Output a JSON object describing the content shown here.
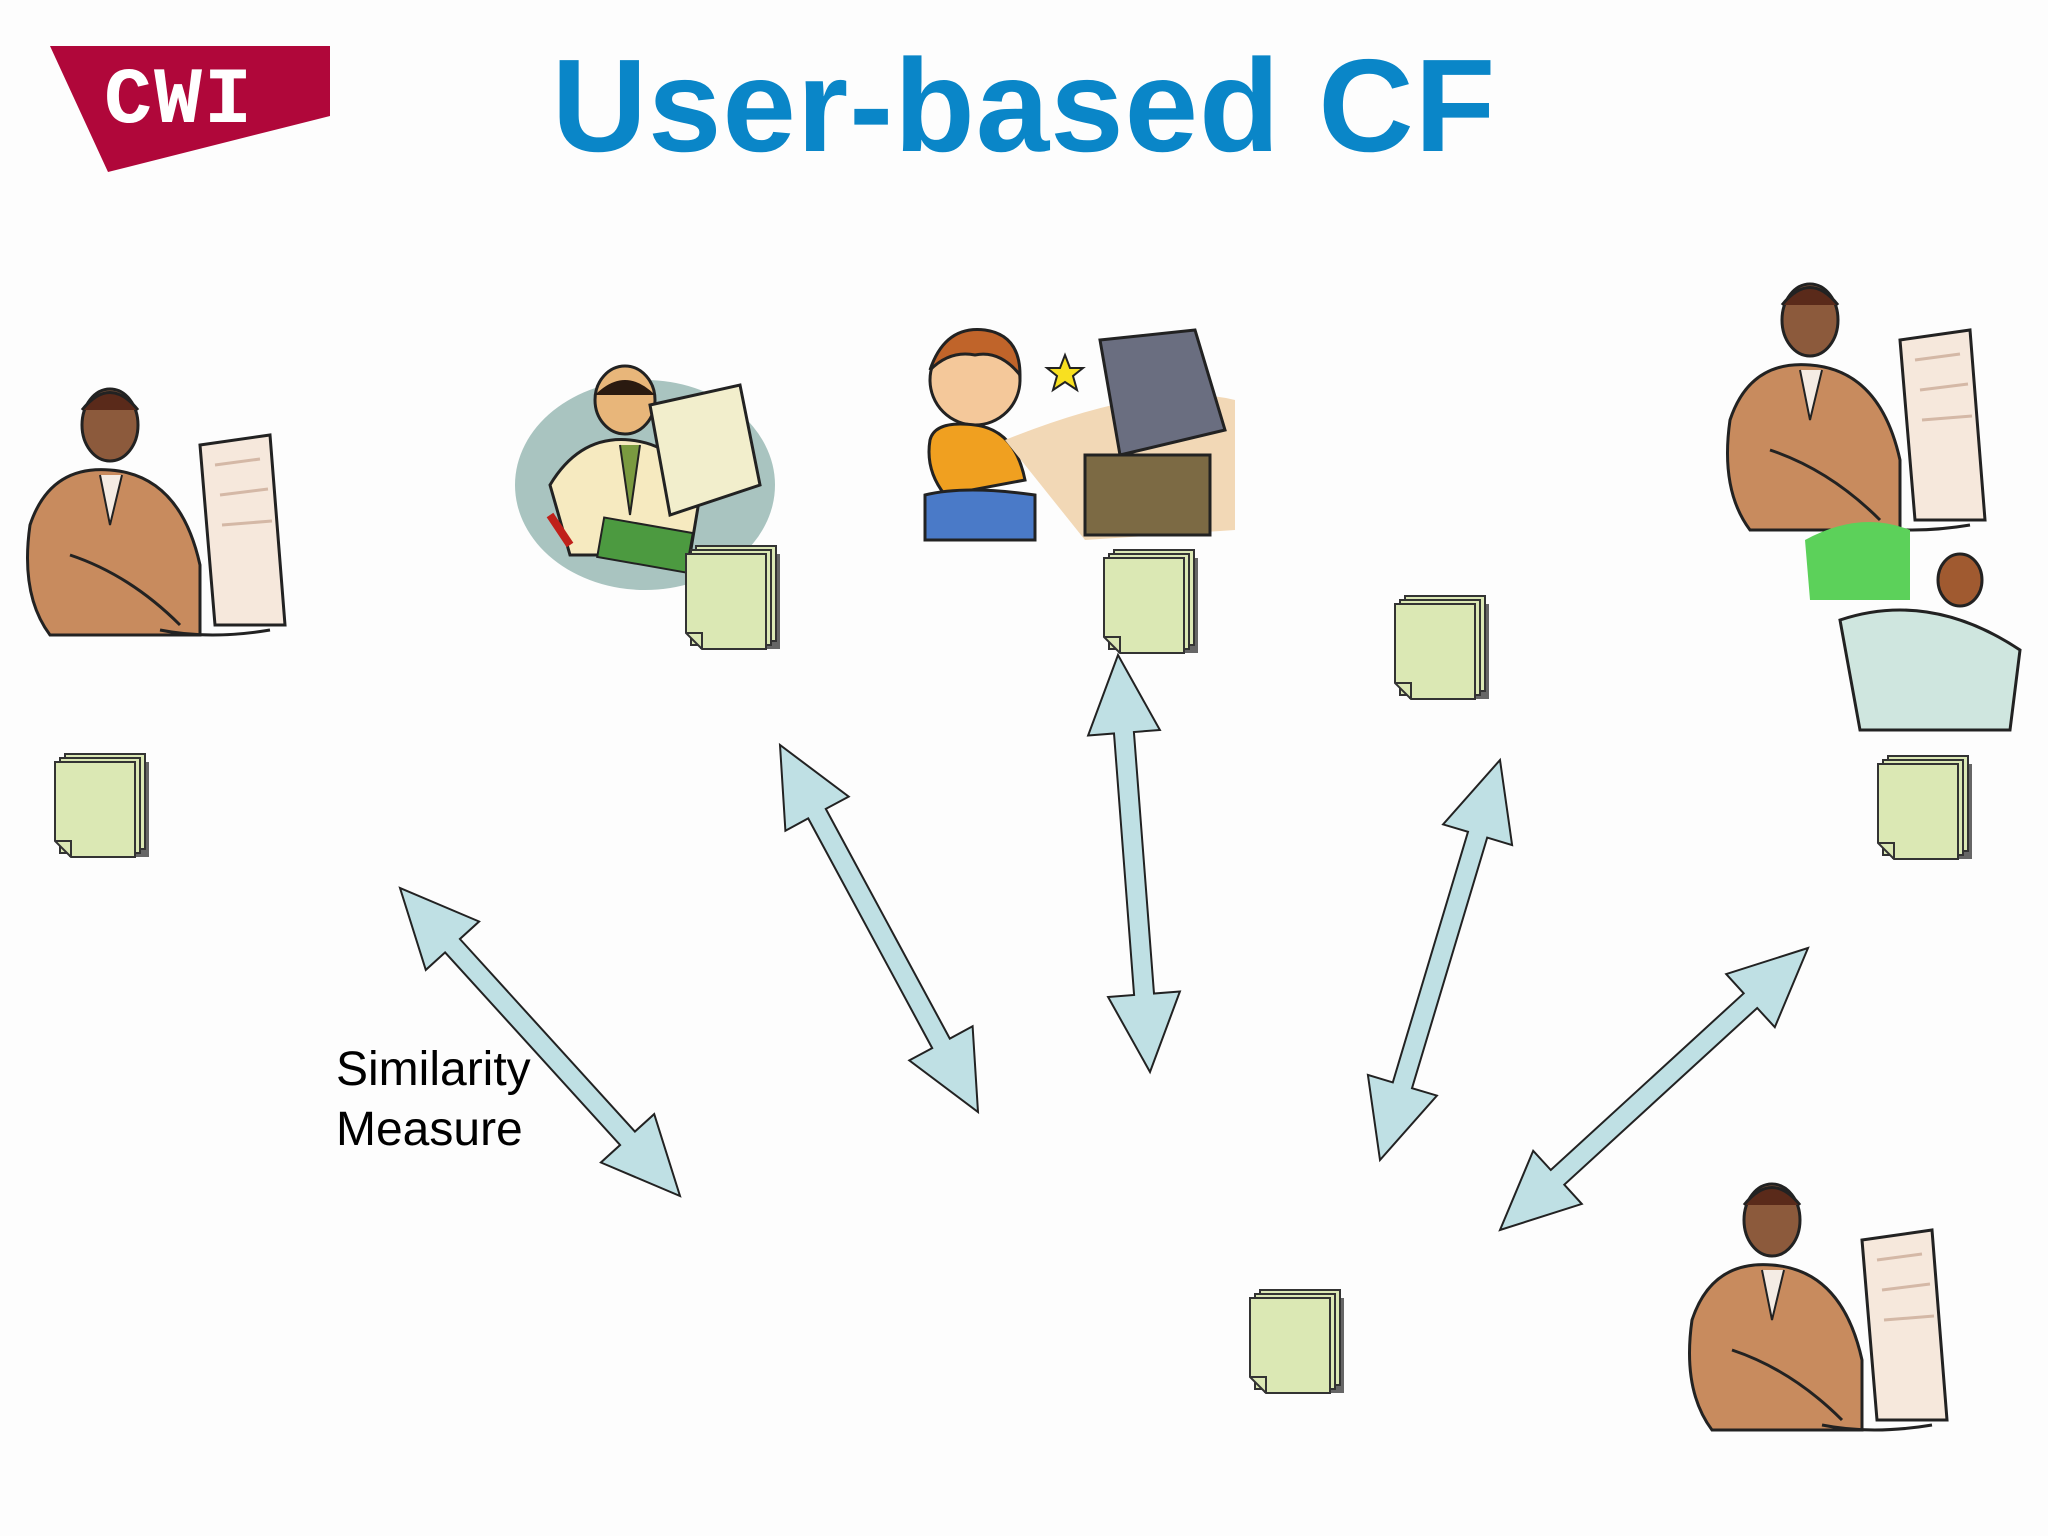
{
  "logo": {
    "text": "CWI",
    "color": "#b0073a"
  },
  "title": {
    "text": "User-based CF",
    "color": "#0a86c8"
  },
  "annotation": {
    "line1": "Similarity",
    "line2": "Measure"
  },
  "colors": {
    "arrow_fill": "#bfe0e4",
    "item_fill": "#dbe8b4",
    "shadow": "#666666"
  },
  "users": [
    {
      "name": "office-worker-left-icon"
    },
    {
      "name": "technician-user-icon"
    },
    {
      "name": "gamer-boy-user-icon"
    },
    {
      "name": "office-worker-right-icon"
    },
    {
      "name": "office-worker-bottom-right-icon"
    }
  ]
}
